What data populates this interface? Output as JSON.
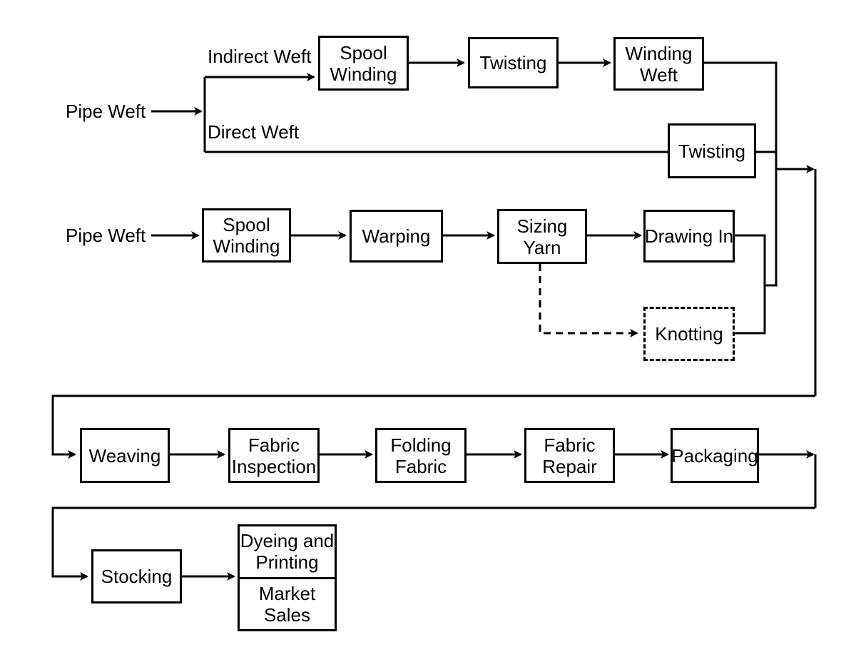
{
  "diagram": {
    "weft_route": {
      "source_label": "Pipe Weft",
      "indirect_label": "Indirect Weft",
      "direct_label": "Direct Weft",
      "spool_winding": [
        "Spool",
        "Winding"
      ],
      "twisting": "Twisting",
      "winding_weft": [
        "Winding",
        "Weft"
      ],
      "direct_twisting": "Twisting"
    },
    "warp_route": {
      "source_label": "Pipe Weft",
      "spool_winding": [
        "Spool",
        "Winding"
      ],
      "warping": "Warping",
      "sizing_yarn": [
        "Sizing",
        "Yarn"
      ],
      "drawing_in": "Drawing In",
      "knotting": "Knotting"
    },
    "fabric_route": {
      "weaving": "Weaving",
      "fabric_inspection": [
        "Fabric",
        "Inspection"
      ],
      "folding_fabric": [
        "Folding",
        "Fabric"
      ],
      "fabric_repair": [
        "Fabric",
        "Repair"
      ],
      "packaging": "Packaging"
    },
    "final_route": {
      "stocking": "Stocking",
      "dyeing_printing": [
        "Dyeing and",
        "Printing"
      ],
      "market_sales": [
        "Market",
        "Sales"
      ]
    }
  }
}
